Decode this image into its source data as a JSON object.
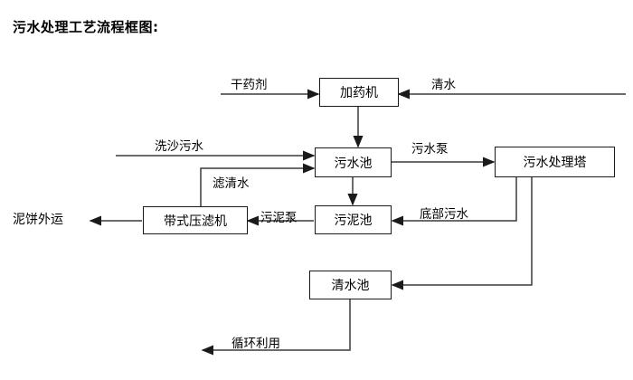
{
  "title": "污水处理工艺流程框图:",
  "diagram": {
    "nodes": [
      {
        "id": "dosing-machine",
        "label": "加药机"
      },
      {
        "id": "sewage-pool",
        "label": "污水池"
      },
      {
        "id": "treatment-tower",
        "label": "污水处理塔"
      },
      {
        "id": "belt-filter-press",
        "label": "带式压滤机"
      },
      {
        "id": "sludge-pool",
        "label": "污泥池"
      },
      {
        "id": "clear-water-pool",
        "label": "清水池"
      }
    ],
    "edge_labels": [
      {
        "id": "dry-chemical",
        "label": "干药剂"
      },
      {
        "id": "clean-water-in",
        "label": "清水"
      },
      {
        "id": "sand-wash-sewage",
        "label": "洗沙污水"
      },
      {
        "id": "filtered-clear-water",
        "label": "滤清水"
      },
      {
        "id": "sewage-pump",
        "label": "污水泵"
      },
      {
        "id": "sludge-pump",
        "label": "污泥泵"
      },
      {
        "id": "bottom-sewage",
        "label": "底部污水"
      },
      {
        "id": "mud-cake-out",
        "label": "泥饼外运"
      },
      {
        "id": "recycle-reuse",
        "label": "循环利用"
      }
    ]
  },
  "colors": {
    "line": "#3a3a3a",
    "border": "#1a1a1a",
    "text": "#000000",
    "background": "#ffffff"
  }
}
